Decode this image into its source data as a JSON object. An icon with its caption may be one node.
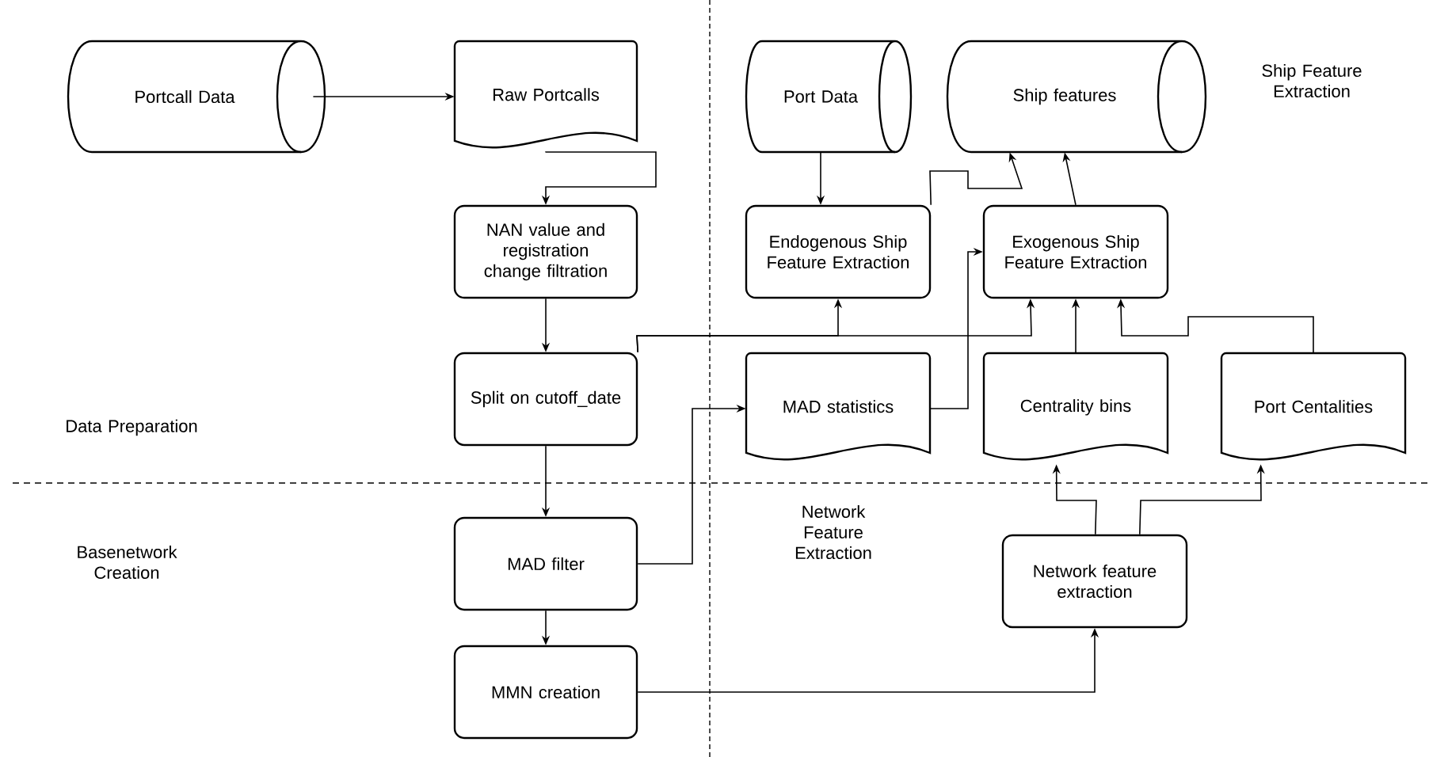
{
  "diagram": {
    "nodes": [
      {
        "text": [
          "Portcall Data"
        ]
      },
      {
        "text": [
          "Raw Portcalls"
        ]
      },
      {
        "text": [
          "NAN value and registration change filtration"
        ]
      },
      {
        "text": [
          "Split on cutoff_date"
        ]
      },
      {
        "text": [
          "MAD filter"
        ]
      },
      {
        "text": [
          "MMN creation"
        ]
      },
      {
        "text": [
          "Port Data"
        ]
      },
      {
        "text": [
          "Ship features"
        ]
      },
      {
        "text": [
          "Endogenous Ship Feature Extraction"
        ]
      },
      {
        "text": [
          "Exogenous Ship Feature Extraction"
        ]
      },
      {
        "text": [
          "MAD statistics"
        ]
      },
      {
        "text": [
          "Centrality bins"
        ]
      },
      {
        "text": [
          "Port Centalities"
        ]
      },
      {
        "text": [
          "Network feature extraction"
        ]
      }
    ],
    "edges": [
      {
        "from": 0,
        "to": 1,
        "arrow": "to"
      },
      {
        "from": 1,
        "to": 2,
        "arrow": "to"
      },
      {
        "from": 2,
        "to": 3,
        "arrow": "to"
      },
      {
        "from": 3,
        "to": 8,
        "arrow": "to"
      },
      {
        "from": 3,
        "to": 9,
        "arrow": "to"
      },
      {
        "from": 3,
        "to": 4,
        "arrow": "to"
      },
      {
        "from": 4,
        "to": 10,
        "arrow": "to"
      },
      {
        "from": 4,
        "to": 5,
        "arrow": "to"
      },
      {
        "from": 5,
        "to": 13,
        "arrow": "to"
      },
      {
        "from": 6,
        "to": 8,
        "arrow": "to"
      },
      {
        "from": 8,
        "to": 7,
        "arrow": "to"
      },
      {
        "from": 9,
        "to": 7,
        "arrow": "to"
      },
      {
        "from": 10,
        "to": 9,
        "arrow": "to"
      },
      {
        "from": 11,
        "to": 9,
        "arrow": "to"
      },
      {
        "from": 12,
        "to": 9,
        "arrow": "to"
      },
      {
        "from": 13,
        "to": 11,
        "arrow": "to"
      },
      {
        "from": 13,
        "to": 12,
        "arrow": "to"
      }
    ],
    "labels": [
      "Ship Feature Extraction",
      "Data Preparation",
      "Basenetwork Creation",
      "Network Feature Extraction"
    ]
  }
}
